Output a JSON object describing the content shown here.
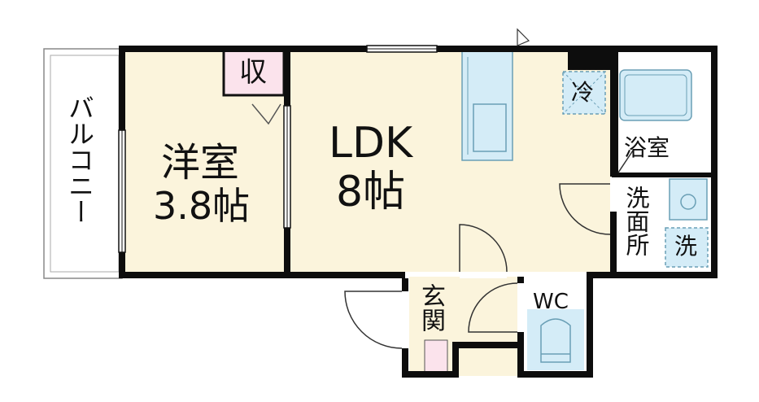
{
  "rooms": {
    "balcony": "バルコニー",
    "western_room": {
      "name": "洋室",
      "size": "3.8帖"
    },
    "storage": "収",
    "ldk": {
      "name": "LDK",
      "size": "8帖"
    },
    "fridge": "冷",
    "bathroom": "浴室",
    "washroom": "洗面所",
    "washer": "洗",
    "entrance": "玄関",
    "toilet": "WC"
  },
  "colors": {
    "floor": "#fbf4dc",
    "wall": "#0d0d0d",
    "fixture_blue": "#d4ecf7",
    "fixture_stroke": "#6a9fb5",
    "storage_pink": "#fbe3ec"
  }
}
